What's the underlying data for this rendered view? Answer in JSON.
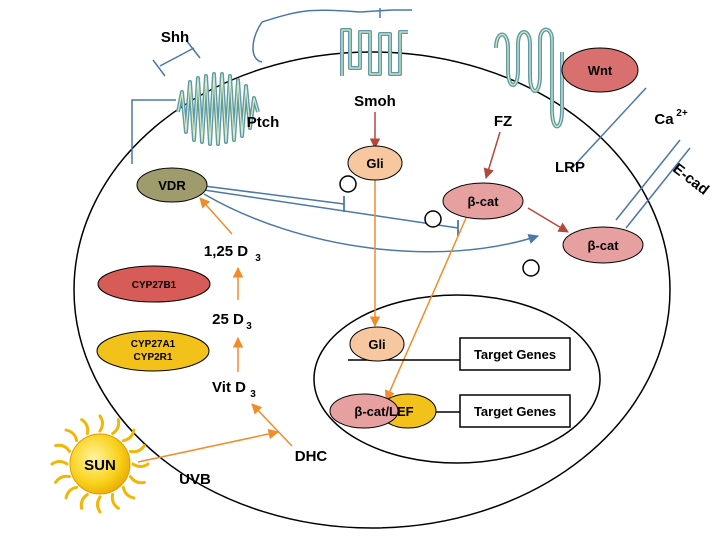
{
  "labels": {
    "shh": "Shh",
    "ptch": "Ptch",
    "smoh": "Smoh",
    "fz": "FZ",
    "wnt": "Wnt",
    "lrp": "LRP",
    "ca": "Ca",
    "ca_sup": "2+",
    "ecad": "E-cad",
    "gli_cyto": "Gli",
    "bcat_1": "β-cat",
    "bcat_2": "β-cat",
    "vdr": "VDR",
    "d3_125": "1,25 D",
    "d3_125_sub": "3",
    "cyp27b1": "CYP27B1",
    "d3_25": "25 D",
    "d3_25_sub": "3",
    "cyp27a1": "CYP27A1",
    "cyp2r1": "CYP2R1",
    "vitd3": "Vit D",
    "vitd3_sub": "3",
    "dhc": "DHC",
    "uvb": "UVB",
    "sun": "SUN",
    "gli_nuc": "Gli",
    "target_genes_1": "Target Genes",
    "bcat_lef": "β-cat/LEF",
    "target_genes_2": "Target Genes"
  },
  "colors": {
    "arrow_orange": "#F28C28",
    "arrow_red": "#B5473A",
    "inhibit_blue": "#4A78A8",
    "receptor_teal": "#5E9AAA",
    "gli_fill": "#F7C8A0",
    "bcat_fill": "#E7A0A0",
    "wnt_fill": "#D97070",
    "vdr_fill": "#9E9B6C",
    "cyp27b1_fill": "#D75B57",
    "cyp27a1_fill": "#F2C21B",
    "lef_fill": "#F2C21B",
    "sun_fill": "#F8D21C"
  }
}
